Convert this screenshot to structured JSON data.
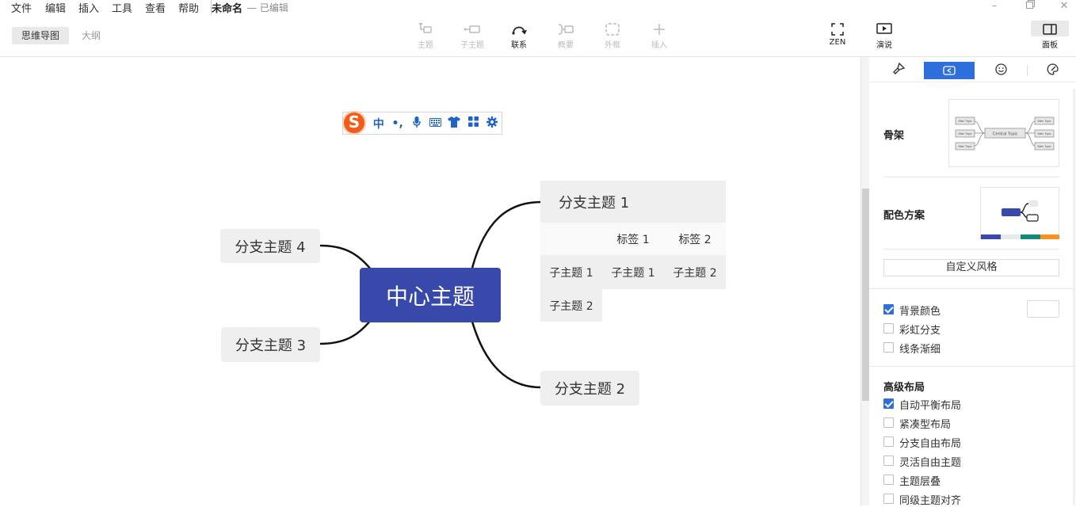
{
  "menubar": {
    "items": [
      "文件",
      "编辑",
      "插入",
      "工具",
      "查看",
      "帮助"
    ],
    "doc_title": "未命名",
    "doc_status": "— 已编辑"
  },
  "view_tabs": {
    "mindmap": "思维导图",
    "outline": "大纲"
  },
  "toolbar": {
    "topic": "主题",
    "subtopic": "子主题",
    "relationship": "联系",
    "summary": "概要",
    "boundary": "外框",
    "insert": "插入",
    "zen": "ZEN",
    "present": "演说",
    "panel": "面板"
  },
  "mindmap": {
    "central": "中心主题",
    "branch1": "分支主题 1",
    "branch2": "分支主题 2",
    "branch3": "分支主题 3",
    "branch4": "分支主题 4",
    "matrix": {
      "headers": [
        "标签 1",
        "标签 2"
      ],
      "row1": [
        "子主题 1",
        "子主题 1",
        "子主题 2"
      ],
      "row2": [
        "子主题 2"
      ]
    }
  },
  "ime": {
    "logo": "S",
    "items": [
      "中",
      "•,",
      "🎤",
      "⌨",
      "👕",
      "▦",
      "⚙"
    ]
  },
  "panel": {
    "skeleton_label": "骨架",
    "skeleton_preview": {
      "central": "Central Topic",
      "main": "Main Topic"
    },
    "color_scheme_label": "配色方案",
    "color_swatches": [
      "#3949ab",
      "#e8e8e8",
      "#14897a",
      "#f7931e"
    ],
    "custom_style_button": "自定义风格",
    "options": [
      {
        "label": "背景颜色",
        "checked": true
      },
      {
        "label": "彩虹分支",
        "checked": false
      },
      {
        "label": "线条渐细",
        "checked": false
      }
    ],
    "advanced_layout_label": "高级布局",
    "advanced_options": [
      {
        "label": "自动平衡布局",
        "checked": true
      },
      {
        "label": "紧凑型布局",
        "checked": false
      },
      {
        "label": "分支自由布局",
        "checked": false
      },
      {
        "label": "灵活自由主题",
        "checked": false
      },
      {
        "label": "主题层叠",
        "checked": false
      },
      {
        "label": "同级主题对齐",
        "checked": false
      }
    ]
  },
  "colors": {
    "central_fill": "#3949ab",
    "accent": "#2f6fdc",
    "node_fill": "#efefef"
  }
}
